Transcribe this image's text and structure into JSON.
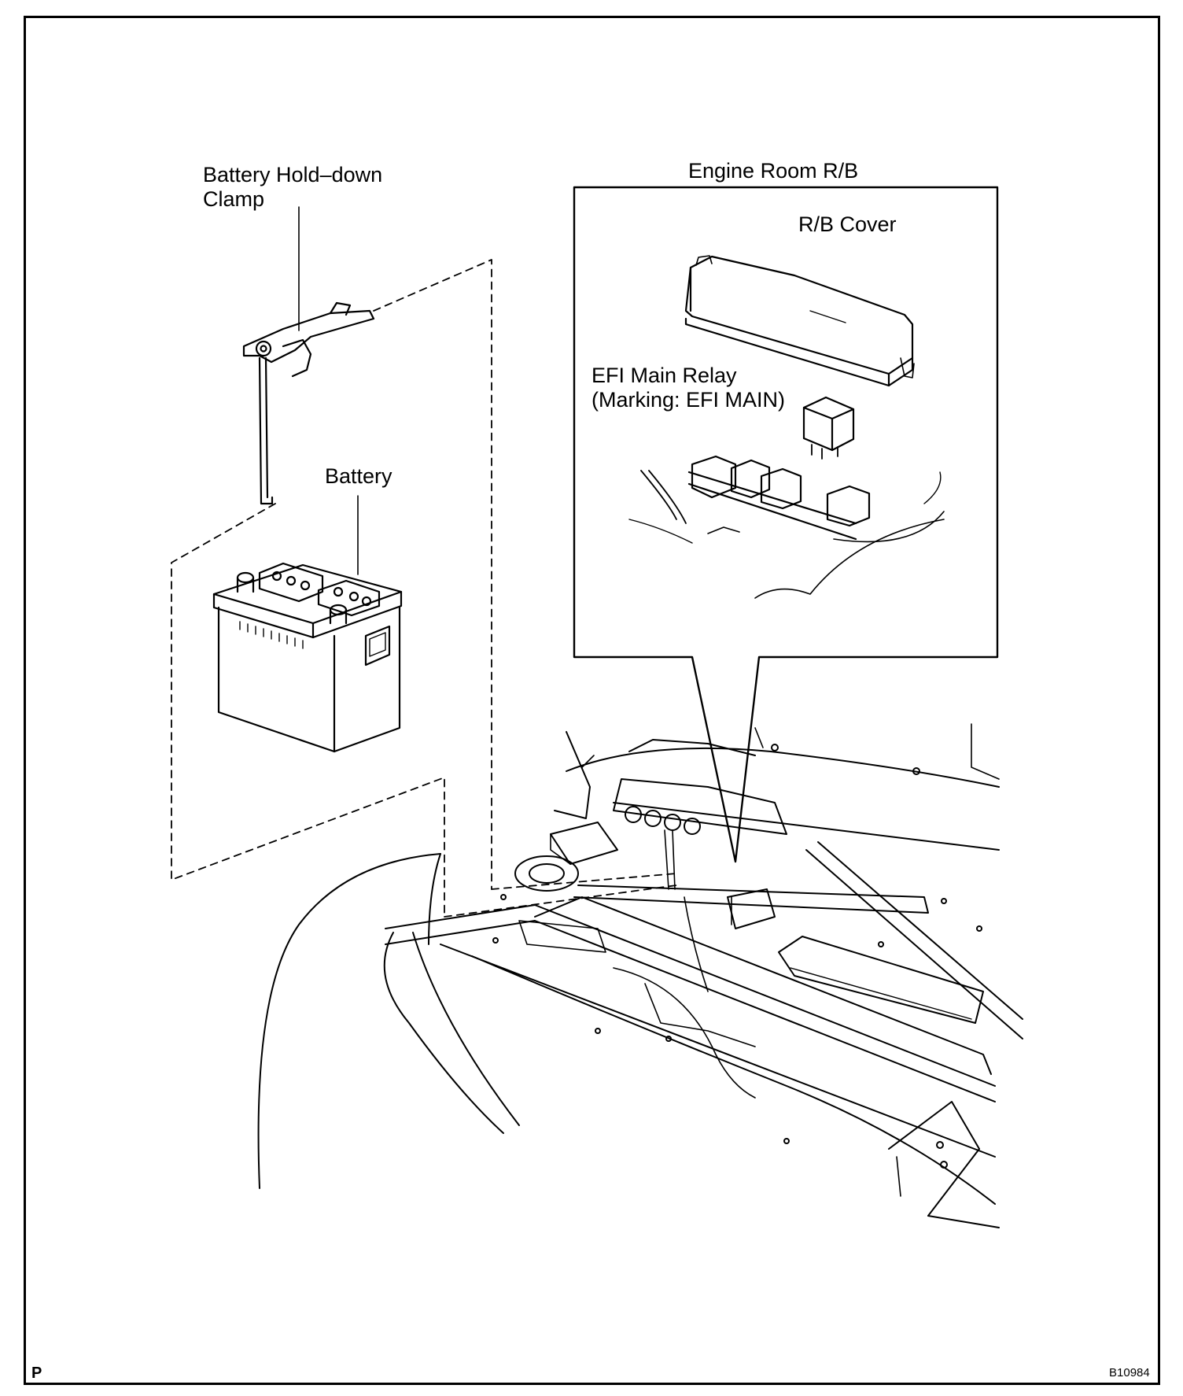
{
  "labels": {
    "battery_clamp_line1": "Battery Hold–down",
    "battery_clamp_line2": "Clamp",
    "battery": "Battery",
    "engine_room_rb": "Engine Room R/B",
    "rb_cover": "R/B Cover",
    "efi_relay_line1": "EFI Main Relay",
    "efi_relay_line2": "(Marking: EFI MAIN)"
  },
  "footer": {
    "page_mark": "P",
    "figure_code": "B10984"
  },
  "colors": {
    "ink": "#000000",
    "paper": "#ffffff"
  }
}
